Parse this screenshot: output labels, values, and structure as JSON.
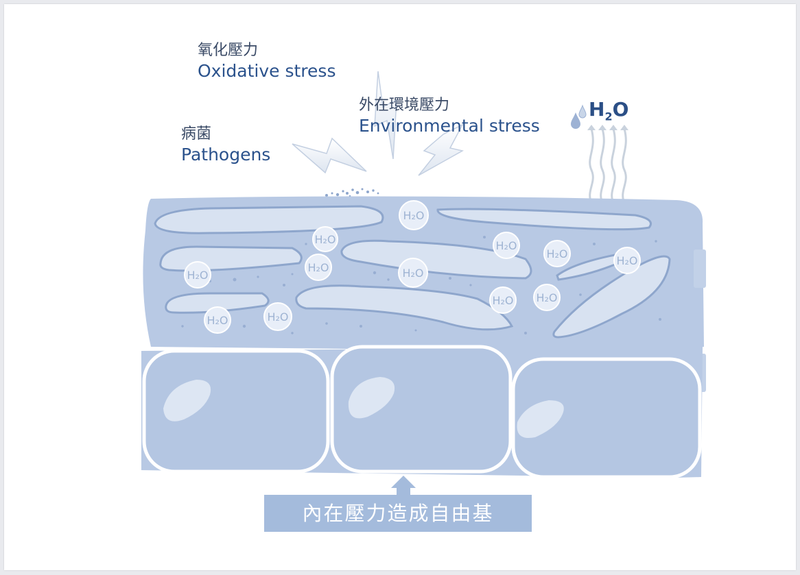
{
  "labels": {
    "oxidative_zh": "氧化壓力",
    "oxidative_en": "Oxidative stress",
    "pathogens_zh": "病菌",
    "pathogens_en": "Pathogens",
    "environmental_zh": "外在環境壓力",
    "environmental_en": "Environmental stress",
    "water_top": "H",
    "water_top_sub": "2",
    "water_top_tail": "O",
    "banner": "內在壓力造成自由基"
  },
  "molecule_label": "H2O",
  "icons": [
    "lightning-bolt-icon",
    "water-drop-icon",
    "up-arrow-icon",
    "steam-wave-icon"
  ],
  "colors": {
    "skin": "#b8c9e4",
    "skin_dark": "#9cb3d6",
    "cell_outline": "#ffffff",
    "text": "#2b528c",
    "banner": "#a4bbdc"
  }
}
